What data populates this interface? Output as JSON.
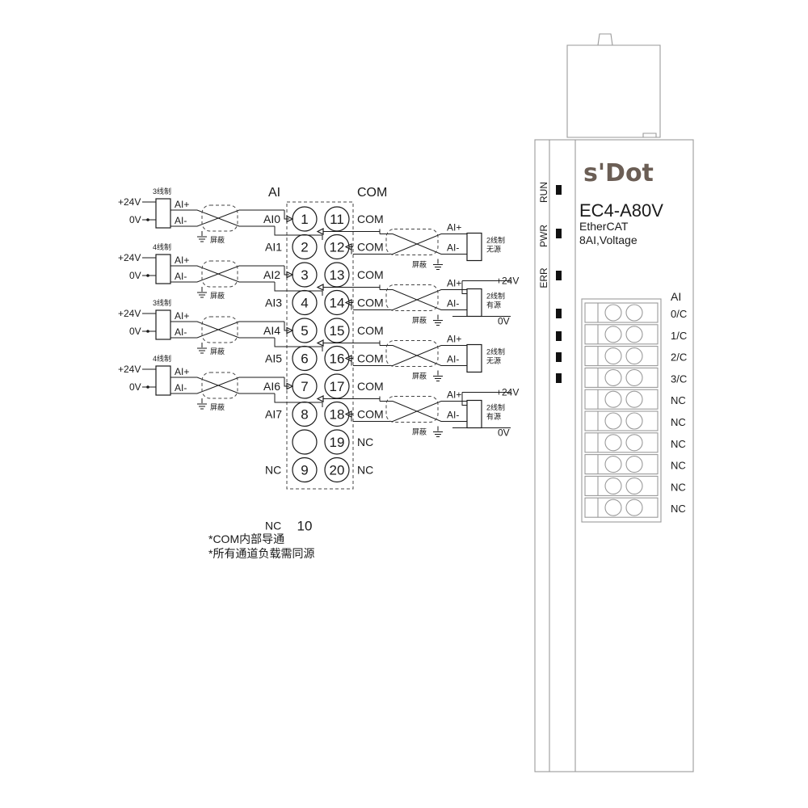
{
  "headers": {
    "ai": "AI",
    "com": "COM"
  },
  "left_channels": [
    {
      "id": "AI0",
      "terminal": "1",
      "wire": "3线制",
      "v1": "+24V",
      "v2": "0V",
      "pin1": "AI+",
      "pin2": "AI-",
      "shield": "屏蔽"
    },
    {
      "id": "AI2",
      "terminal": "3",
      "wire": "4线制",
      "v1": "+24V",
      "v2": "0V",
      "pin1": "AI+",
      "pin2": "AI-",
      "shield": "屏蔽"
    },
    {
      "id": "AI4",
      "terminal": "5",
      "wire": "3线制",
      "v1": "+24V",
      "v2": "0V",
      "pin1": "AI+",
      "pin2": "AI-",
      "shield": "屏蔽"
    },
    {
      "id": "AI6",
      "terminal": "7",
      "wire": "4线制",
      "v1": "+24V",
      "v2": "0V",
      "pin1": "AI+",
      "pin2": "AI-",
      "shield": "屏蔽"
    }
  ],
  "odd_labels": [
    {
      "id": "AI1",
      "terminal": "2"
    },
    {
      "id": "AI3",
      "terminal": "4"
    },
    {
      "id": "AI5",
      "terminal": "6"
    },
    {
      "id": "AI7",
      "terminal": "8"
    },
    {
      "id": "NC",
      "terminal": "9"
    },
    {
      "id": "NC",
      "terminal": "10"
    }
  ],
  "com_terminals": [
    {
      "terminal": "11",
      "label": "COM"
    },
    {
      "terminal": "12",
      "label": "COM"
    },
    {
      "terminal": "13",
      "label": "COM"
    },
    {
      "terminal": "14",
      "label": "COM"
    },
    {
      "terminal": "15",
      "label": "COM"
    },
    {
      "terminal": "16",
      "label": "COM"
    },
    {
      "terminal": "17",
      "label": "COM"
    },
    {
      "terminal": "18",
      "label": "COM"
    },
    {
      "terminal": "19",
      "label": "NC"
    },
    {
      "terminal": "20",
      "label": "NC"
    }
  ],
  "right_sensors": [
    {
      "wire": "2线制",
      "source": "无源",
      "pin1": "AI+",
      "pin2": "AI-",
      "shield": "屏蔽",
      "v_top": "",
      "v_bot": ""
    },
    {
      "wire": "2线制",
      "source": "有源",
      "pin1": "AI+",
      "pin2": "AI-",
      "shield": "屏蔽",
      "v_top": "+24V",
      "v_bot": "0V"
    },
    {
      "wire": "2线制",
      "source": "无源",
      "pin1": "AI+",
      "pin2": "AI-",
      "shield": "屏蔽",
      "v_top": "",
      "v_bot": ""
    },
    {
      "wire": "2线制",
      "source": "有源",
      "pin1": "AI+",
      "pin2": "AI-",
      "shield": "屏蔽",
      "v_top": "+24V",
      "v_bot": "0V"
    }
  ],
  "notes": [
    "*COM内部导通",
    "*所有通道负载需同源"
  ],
  "module": {
    "brand": "s'Dot",
    "model": "EC4-A80V",
    "bus": "EtherCAT",
    "spec": "8AI,Voltage",
    "leds": [
      "RUN",
      "PWR",
      "ERR"
    ],
    "ai_header": "AI",
    "slot_labels": [
      "0/C",
      "1/C",
      "2/C",
      "3/C",
      "NC",
      "NC",
      "NC",
      "NC",
      "NC",
      "NC"
    ]
  }
}
